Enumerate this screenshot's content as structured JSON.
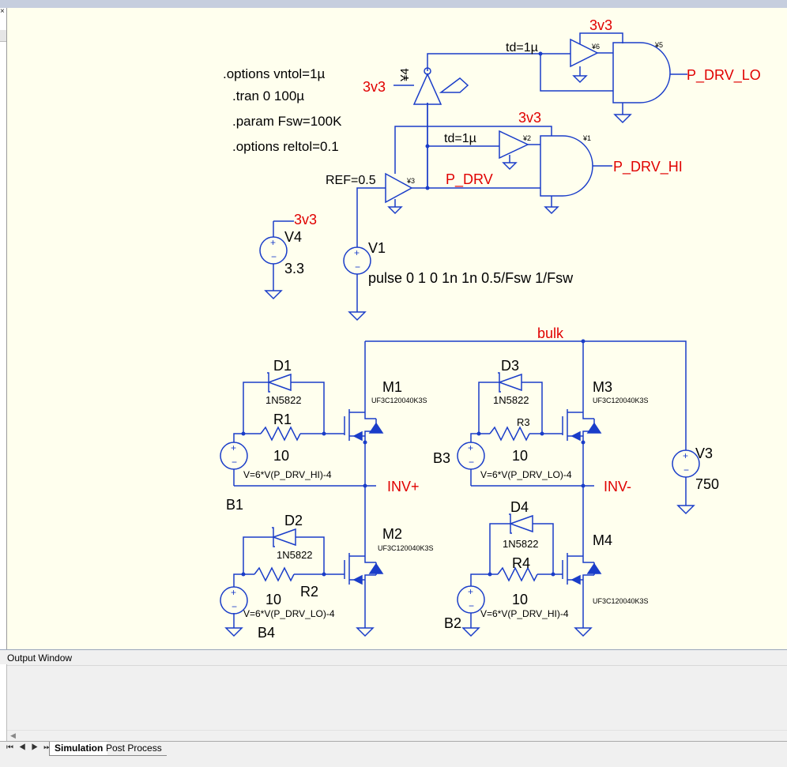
{
  "schematic": {
    "directives": [
      ".options vntol=1µ",
      ".tran 0 100µ",
      ".param Fsw=100K",
      ".options reltol=0.1"
    ],
    "net_labels": {
      "v3v3_u4": "3v3",
      "v3v3_u6": "3v3",
      "v3v3_u2": "3v3",
      "v3v3_v4": "3v3",
      "p_drv_lo": "P_DRV_LO",
      "p_drv_hi": "P_DRV_HI",
      "p_drv": "P_DRV",
      "bulk": "bulk",
      "inv_plus": "INV+",
      "inv_minus": "INV-"
    },
    "gates": {
      "u4": "¥4",
      "u6": "¥6",
      "u5": "¥5",
      "u2": "¥2",
      "u1": "¥1",
      "u3": "¥3",
      "td_u6": "td=1µ",
      "td_u2": "td=1µ",
      "ref_u3": "REF=0.5"
    },
    "sources": {
      "v4_name": "V4",
      "v4_value": "3.3",
      "v1_name": "V1",
      "v1_value": "pulse 0 1 0 1n 1n 0.5/Fsw 1/Fsw",
      "v3_name": "V3",
      "v3_value": "750",
      "b1_name": "B1",
      "b1_value": "V=6*V(P_DRV_HI)-4",
      "b2_name": "B2",
      "b2_value": "V=6*V(P_DRV_HI)-4",
      "b3_name": "B3",
      "b3_value": "V=6*V(P_DRV_LO)-4",
      "b4_name": "B4",
      "b4_value": "V=6*V(P_DRV_LO)-4"
    },
    "components": {
      "d1_name": "D1",
      "d1_value": "1N5822",
      "d2_name": "D2",
      "d2_value": "1N5822",
      "d3_name": "D3",
      "d3_value": "1N5822",
      "d4_name": "D4",
      "d4_value": "1N5822",
      "r1_name": "R1",
      "r1_value": "10",
      "r2_name": "R2",
      "r2_value": "10",
      "r3_name": "R3",
      "r3_value": "10",
      "r4_name": "R4",
      "r4_value": "10",
      "m1_name": "M1",
      "m1_value": "UF3C120040K3S",
      "m2_name": "M2",
      "m2_value": "UF3C120040K3S",
      "m3_name": "M3",
      "m3_value": "UF3C120040K3S",
      "m4_name": "M4",
      "m4_value": "UF3C120040K3S"
    }
  },
  "output_window": {
    "title": "Output Window",
    "tabs": [
      "Simulation",
      "Post Process"
    ],
    "nav_glyphs": "⏮ ◀ ▶ ⏭"
  },
  "colors": {
    "schematic_bg": "#ffffee",
    "wire": "#1a3dc9",
    "net_label": "#e00000",
    "text": "#000000"
  }
}
